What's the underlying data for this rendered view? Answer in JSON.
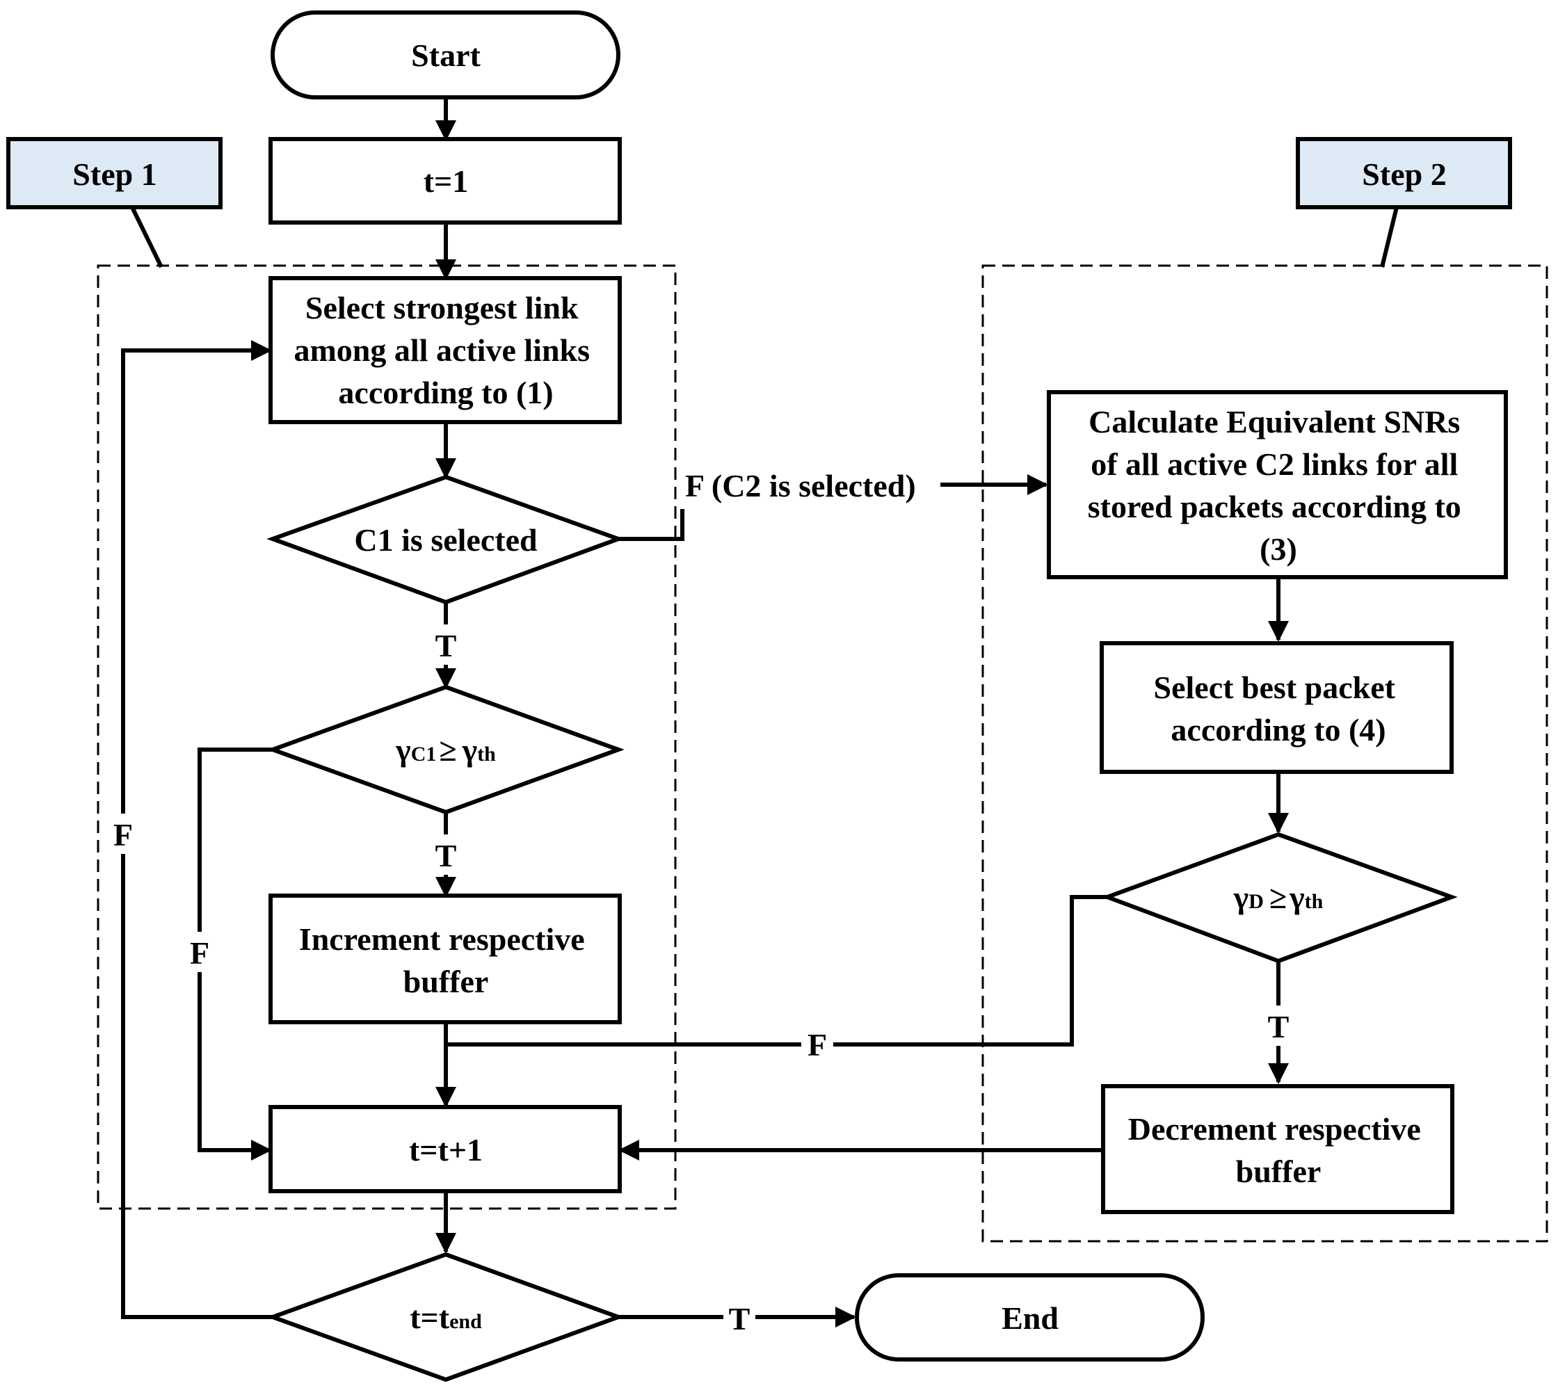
{
  "steps": {
    "step1": "Step 1",
    "step2": "Step 2"
  },
  "nodes": {
    "start": "Start",
    "init": "t=1",
    "select_link": [
      "Select strongest link",
      "among all active links",
      "according to (1)"
    ],
    "c1_selected": "C1 is selected",
    "gamma_c1": {
      "symbol": "γ",
      "sub": "C1",
      "rel": "≥",
      "symbol2": "γ",
      "sub2": "th"
    },
    "increment": [
      "Increment respective",
      "buffer"
    ],
    "t_inc": "t=t+1",
    "t_end": {
      "main": "t=t",
      "sub": "end"
    },
    "end": "End",
    "calc_snr": [
      "Calculate Equivalent SNRs",
      "of all active C2 links for all",
      "stored packets according to",
      "(3)"
    ],
    "select_packet": [
      "Select best packet",
      "according to (4)"
    ],
    "gamma_d": {
      "symbol": "γ",
      "sub": "D",
      "rel": "≥",
      "symbol2": "γ",
      "sub2": "th"
    },
    "decrement": [
      "Decrement respective",
      "buffer"
    ]
  },
  "edge_labels": {
    "c1_true": "T",
    "gamma_c1_true": "T",
    "gamma_c1_false": "F",
    "loop_false": "F",
    "c2_selected": "F (C2 is selected)",
    "gamma_d_false": "F",
    "gamma_d_true": "T",
    "end_true": "T"
  },
  "colors": {
    "step_tag_fill": "#dde9f5",
    "stroke": "#000000"
  }
}
